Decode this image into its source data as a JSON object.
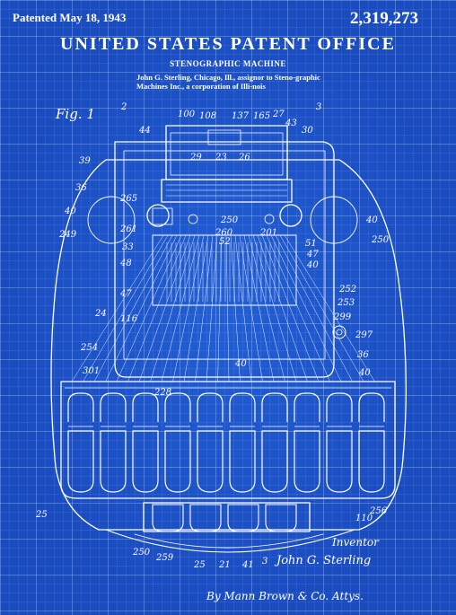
{
  "header": {
    "patented_date": "Patented May 18, 1943",
    "patent_number": "2,319,273"
  },
  "title": "UNITED STATES PATENT OFFICE",
  "subtitle": "STENOGRAPHIC MACHINE",
  "assignor_text": "John G. Sterling, Chicago, Ill., assignor to Steno-graphic Machines Inc., a corporation of Illi-nois",
  "drawing": {
    "figure_label": "Fig. 1",
    "inventor_label": "Inventor",
    "inventor_name": "John G. Sterling",
    "attorney_line": "By Mann Brown & Co. Attys.",
    "ref_numbers": [
      "2",
      "3",
      "44",
      "100",
      "108",
      "137",
      "165",
      "27",
      "43",
      "30",
      "39",
      "36",
      "40",
      "249",
      "265",
      "261",
      "33",
      "48",
      "47",
      "24",
      "116",
      "254",
      "301",
      "29",
      "23",
      "26",
      "250",
      "260",
      "52",
      "201",
      "51",
      "47",
      "40",
      "252",
      "253",
      "299",
      "250",
      "297",
      "36",
      "40",
      "228",
      "25",
      "250",
      "259",
      "21",
      "25",
      "41",
      "256",
      "110",
      "3"
    ]
  },
  "colors": {
    "background": "#1a4cc0",
    "ink": "#ffffff",
    "grid": "#6f8fe0"
  }
}
